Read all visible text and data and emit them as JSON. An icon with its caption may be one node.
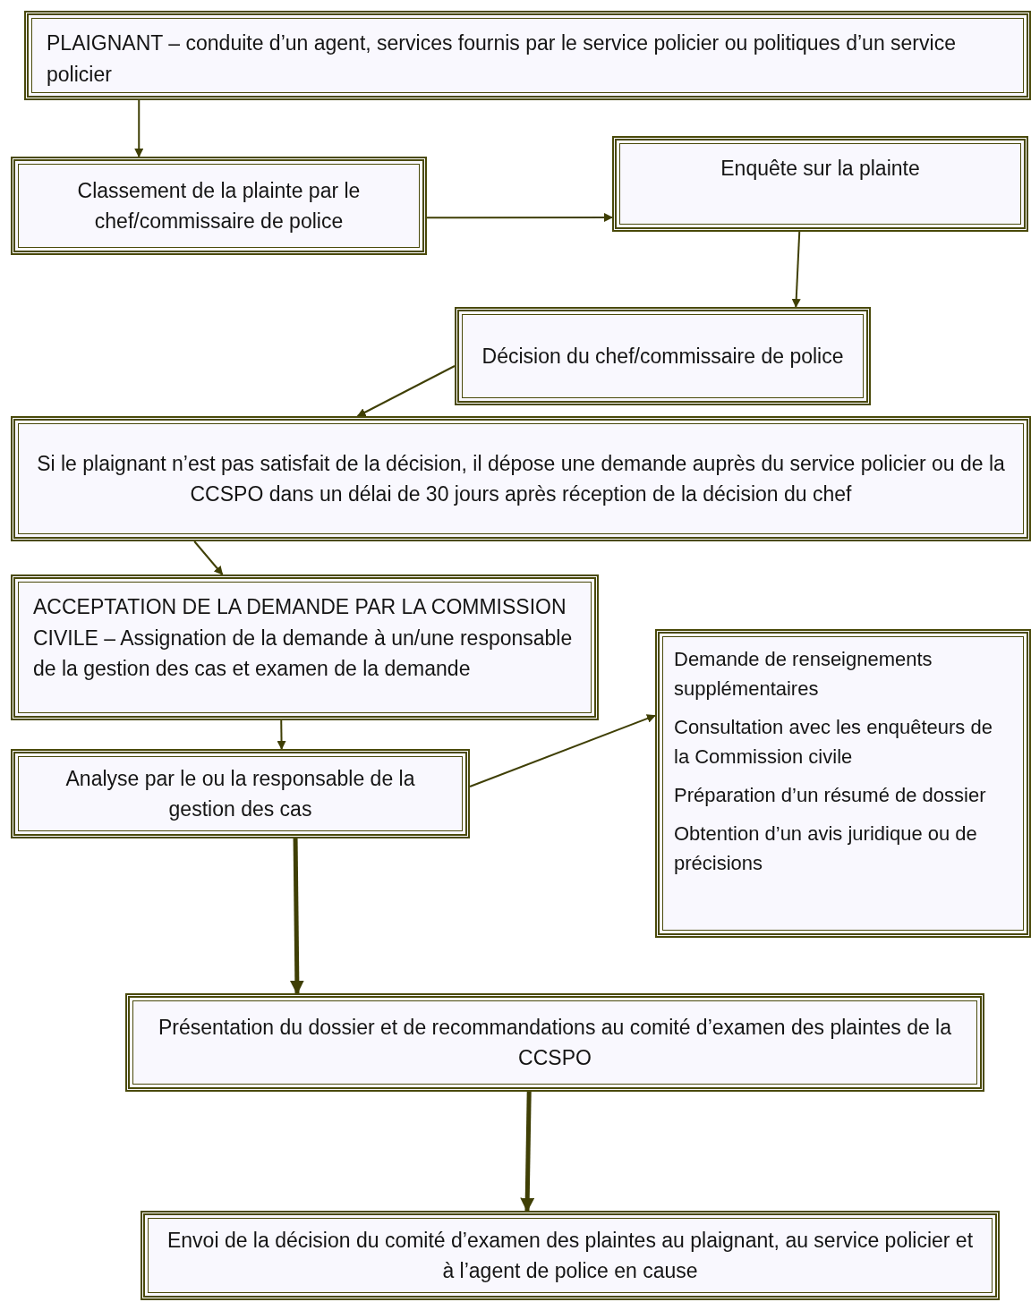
{
  "diagram": {
    "nodes": [
      {
        "text": [
          "PLAIGNANT – conduite d’un agent, services fournis par le service policier ou politiques d’un service policier"
        ]
      },
      {
        "text": [
          "Classement de la plainte par le chef/commissaire de police"
        ]
      },
      {
        "text": [
          "Enquête sur la plainte"
        ]
      },
      {
        "text": [
          "Décision du chef/commissaire de police"
        ]
      },
      {
        "text": [
          "Si le plaignant n’est pas satisfait de la décision, il dépose une demande auprès du service policier ou de la CCSPO dans un délai de 30 jours après réception de la décision du chef"
        ]
      },
      {
        "text": [
          "ACCEPTATION DE LA DEMANDE PAR LA COMMISSION CIVILE – Assignation de la demande à un/une responsable de la gestion des cas et examen de la demande"
        ]
      },
      {
        "text": [
          "Analyse par le ou la responsable de la gestion des cas"
        ]
      },
      {
        "text": [
          "Demande de renseignements supplémentaires",
          "Consultation avec les enquêteurs de la Commission civile",
          "Préparation d’un résumé de dossier",
          "Obtention d’un avis juridique ou de précisions"
        ]
      },
      {
        "text": [
          "Présentation du dossier et de recommandations au comité d’examen des plaintes de la CCSPO"
        ]
      },
      {
        "text": [
          "Envoi de la décision du comité d’examen des plaintes au plaignant, au service policier et à l’agent de police en cause"
        ]
      }
    ],
    "edges": [
      {
        "from": 0,
        "to": 1,
        "arrow": "to"
      },
      {
        "from": 1,
        "to": 2,
        "arrow": "to"
      },
      {
        "from": 2,
        "to": 3,
        "arrow": "to"
      },
      {
        "from": 3,
        "to": 4,
        "arrow": "to"
      },
      {
        "from": 4,
        "to": 5,
        "arrow": "to"
      },
      {
        "from": 5,
        "to": 6,
        "arrow": "to"
      },
      {
        "from": 6,
        "to": 7,
        "arrow": "to"
      },
      {
        "from": 6,
        "to": 8,
        "arrow": "to",
        "style": "thick"
      },
      {
        "from": 8,
        "to": 9,
        "arrow": "to",
        "style": "thick"
      }
    ]
  }
}
